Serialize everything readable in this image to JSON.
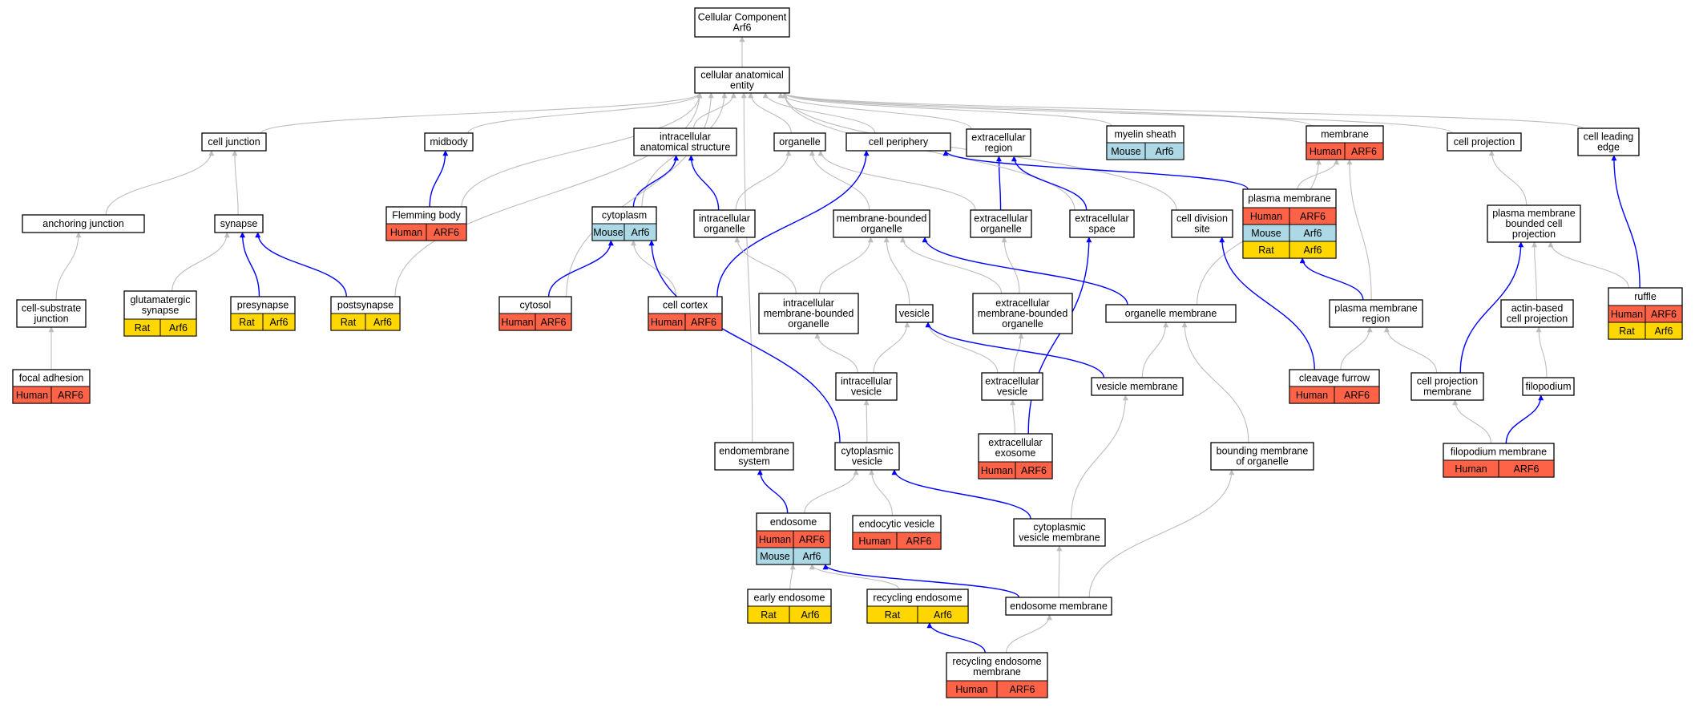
{
  "nodes": [
    {
      "id": "root",
      "lines": [
        "Cellular Component",
        "Arf6"
      ],
      "rows": []
    },
    {
      "id": "cae",
      "lines": [
        "cellular anatomical",
        "entity"
      ],
      "rows": []
    },
    {
      "id": "cell_junction",
      "lines": [
        "cell junction"
      ],
      "rows": []
    },
    {
      "id": "midbody",
      "lines": [
        "midbody"
      ],
      "rows": []
    },
    {
      "id": "ias",
      "lines": [
        "intracellular",
        "anatomical structure"
      ],
      "rows": []
    },
    {
      "id": "organelle",
      "lines": [
        "organelle"
      ],
      "rows": []
    },
    {
      "id": "cell_periphery",
      "lines": [
        "cell periphery"
      ],
      "rows": []
    },
    {
      "id": "extracellular_region",
      "lines": [
        "extracellular",
        "region"
      ],
      "rows": []
    },
    {
      "id": "myelin_sheath",
      "lines": [
        "myelin sheath"
      ],
      "rows": [
        [
          {
            "label": "Mouse",
            "species": "mouse"
          },
          {
            "label": "Arf6",
            "species": "mouse"
          }
        ]
      ]
    },
    {
      "id": "membrane",
      "lines": [
        "membrane"
      ],
      "rows": [
        [
          {
            "label": "Human",
            "species": "human"
          },
          {
            "label": "ARF6",
            "species": "human"
          }
        ]
      ]
    },
    {
      "id": "cell_projection",
      "lines": [
        "cell projection"
      ],
      "rows": []
    },
    {
      "id": "cell_leading_edge",
      "lines": [
        "cell leading",
        "edge"
      ],
      "rows": []
    },
    {
      "id": "anchoring_junction",
      "lines": [
        "anchoring junction"
      ],
      "rows": []
    },
    {
      "id": "synapse",
      "lines": [
        "synapse"
      ],
      "rows": []
    },
    {
      "id": "flemming_body",
      "lines": [
        "Flemming body"
      ],
      "rows": [
        [
          {
            "label": "Human",
            "species": "human"
          },
          {
            "label": "ARF6",
            "species": "human"
          }
        ]
      ]
    },
    {
      "id": "cytoplasm",
      "lines": [
        "cytoplasm"
      ],
      "rows": [
        [
          {
            "label": "Mouse",
            "species": "mouse"
          },
          {
            "label": "Arf6",
            "species": "mouse"
          }
        ]
      ]
    },
    {
      "id": "intracellular_organelle",
      "lines": [
        "intracellular",
        "organelle"
      ],
      "rows": []
    },
    {
      "id": "mbo",
      "lines": [
        "membrane-bounded",
        "organelle"
      ],
      "rows": []
    },
    {
      "id": "extracellular_organelle",
      "lines": [
        "extracellular",
        "organelle"
      ],
      "rows": []
    },
    {
      "id": "extracellular_space",
      "lines": [
        "extracellular",
        "space"
      ],
      "rows": []
    },
    {
      "id": "cell_division_site",
      "lines": [
        "cell division",
        "site"
      ],
      "rows": []
    },
    {
      "id": "plasma_membrane",
      "lines": [
        "plasma membrane"
      ],
      "rows": [
        [
          {
            "label": "Human",
            "species": "human"
          },
          {
            "label": "ARF6",
            "species": "human"
          }
        ],
        [
          {
            "label": "Mouse",
            "species": "mouse"
          },
          {
            "label": "Arf6",
            "species": "mouse"
          }
        ],
        [
          {
            "label": "Rat",
            "species": "rat"
          },
          {
            "label": "Arf6",
            "species": "rat"
          }
        ]
      ]
    },
    {
      "id": "pmbcp",
      "lines": [
        "plasma membrane",
        "bounded cell",
        "projection"
      ],
      "rows": []
    },
    {
      "id": "cell_substrate_junction",
      "lines": [
        "cell-substrate",
        "junction"
      ],
      "rows": []
    },
    {
      "id": "glutamatergic_synapse",
      "lines": [
        "glutamatergic",
        "synapse"
      ],
      "rows": [
        [
          {
            "label": "Rat",
            "species": "rat"
          },
          {
            "label": "Arf6",
            "species": "rat"
          }
        ]
      ]
    },
    {
      "id": "presynapse",
      "lines": [
        "presynapse"
      ],
      "rows": [
        [
          {
            "label": "Rat",
            "species": "rat"
          },
          {
            "label": "Arf6",
            "species": "rat"
          }
        ]
      ]
    },
    {
      "id": "postsynapse",
      "lines": [
        "postsynapse"
      ],
      "rows": [
        [
          {
            "label": "Rat",
            "species": "rat"
          },
          {
            "label": "Arf6",
            "species": "rat"
          }
        ]
      ]
    },
    {
      "id": "cytosol",
      "lines": [
        "cytosol"
      ],
      "rows": [
        [
          {
            "label": "Human",
            "species": "human"
          },
          {
            "label": "ARF6",
            "species": "human"
          }
        ]
      ]
    },
    {
      "id": "cell_cortex",
      "lines": [
        "cell cortex"
      ],
      "rows": [
        [
          {
            "label": "Human",
            "species": "human"
          },
          {
            "label": "ARF6",
            "species": "human"
          }
        ]
      ]
    },
    {
      "id": "imbo",
      "lines": [
        "intracellular",
        "membrane-bounded",
        "organelle"
      ],
      "rows": []
    },
    {
      "id": "vesicle",
      "lines": [
        "vesicle"
      ],
      "rows": []
    },
    {
      "id": "embo",
      "lines": [
        "extracellular",
        "membrane-bounded",
        "organelle"
      ],
      "rows": []
    },
    {
      "id": "organelle_membrane",
      "lines": [
        "organelle membrane"
      ],
      "rows": []
    },
    {
      "id": "pm_region",
      "lines": [
        "plasma membrane",
        "region"
      ],
      "rows": []
    },
    {
      "id": "ruffle",
      "lines": [
        "ruffle"
      ],
      "rows": [
        [
          {
            "label": "Human",
            "species": "human"
          },
          {
            "label": "ARF6",
            "species": "human"
          }
        ],
        [
          {
            "label": "Rat",
            "species": "rat"
          },
          {
            "label": "Arf6",
            "species": "rat"
          }
        ]
      ]
    },
    {
      "id": "actin_based",
      "lines": [
        "actin-based",
        "cell projection"
      ],
      "rows": []
    },
    {
      "id": "focal_adhesion",
      "lines": [
        "focal adhesion"
      ],
      "rows": [
        [
          {
            "label": "Human",
            "species": "human"
          },
          {
            "label": "ARF6",
            "species": "human"
          }
        ]
      ]
    },
    {
      "id": "intracellular_vesicle",
      "lines": [
        "intracellular",
        "vesicle"
      ],
      "rows": []
    },
    {
      "id": "extracellular_vesicle",
      "lines": [
        "extracellular",
        "vesicle"
      ],
      "rows": []
    },
    {
      "id": "vesicle_membrane",
      "lines": [
        "vesicle membrane"
      ],
      "rows": []
    },
    {
      "id": "cleavage_furrow",
      "lines": [
        "cleavage furrow"
      ],
      "rows": [
        [
          {
            "label": "Human",
            "species": "human"
          },
          {
            "label": "ARF6",
            "species": "human"
          }
        ]
      ]
    },
    {
      "id": "cpm",
      "lines": [
        "cell projection",
        "membrane"
      ],
      "rows": []
    },
    {
      "id": "filopodium",
      "lines": [
        "filopodium"
      ],
      "rows": []
    },
    {
      "id": "endomembrane",
      "lines": [
        "endomembrane",
        "system"
      ],
      "rows": []
    },
    {
      "id": "cytoplasmic_vesicle",
      "lines": [
        "cytoplasmic",
        "vesicle"
      ],
      "rows": []
    },
    {
      "id": "extracellular_exosome",
      "lines": [
        "extracellular",
        "exosome"
      ],
      "rows": [
        [
          {
            "label": "Human",
            "species": "human"
          },
          {
            "label": "ARF6",
            "species": "human"
          }
        ]
      ]
    },
    {
      "id": "bmo",
      "lines": [
        "bounding membrane",
        "of organelle"
      ],
      "rows": []
    },
    {
      "id": "filopodium_membrane",
      "lines": [
        "filopodium membrane"
      ],
      "rows": [
        [
          {
            "label": "Human",
            "species": "human"
          },
          {
            "label": "ARF6",
            "species": "human"
          }
        ]
      ]
    },
    {
      "id": "endosome",
      "lines": [
        "endosome"
      ],
      "rows": [
        [
          {
            "label": "Human",
            "species": "human"
          },
          {
            "label": "ARF6",
            "species": "human"
          }
        ],
        [
          {
            "label": "Mouse",
            "species": "mouse"
          },
          {
            "label": "Arf6",
            "species": "mouse"
          }
        ]
      ]
    },
    {
      "id": "endocytic_vesicle",
      "lines": [
        "endocytic vesicle"
      ],
      "rows": [
        [
          {
            "label": "Human",
            "species": "human"
          },
          {
            "label": "ARF6",
            "species": "human"
          }
        ]
      ]
    },
    {
      "id": "cvm",
      "lines": [
        "cytoplasmic",
        "vesicle membrane"
      ],
      "rows": []
    },
    {
      "id": "early_endosome",
      "lines": [
        "early endosome"
      ],
      "rows": [
        [
          {
            "label": "Rat",
            "species": "rat"
          },
          {
            "label": "Arf6",
            "species": "rat"
          }
        ]
      ]
    },
    {
      "id": "recycling_endosome",
      "lines": [
        "recycling endosome"
      ],
      "rows": [
        [
          {
            "label": "Rat",
            "species": "rat"
          },
          {
            "label": "Arf6",
            "species": "rat"
          }
        ]
      ]
    },
    {
      "id": "endosome_membrane",
      "lines": [
        "endosome membrane"
      ],
      "rows": []
    },
    {
      "id": "rem",
      "lines": [
        "recycling endosome",
        "membrane"
      ],
      "rows": [
        [
          {
            "label": "Human",
            "species": "human"
          },
          {
            "label": "ARF6",
            "species": "human"
          }
        ]
      ]
    }
  ],
  "edges": [
    {
      "from": "cae",
      "to": "root",
      "kind": "is_a"
    },
    {
      "from": "cell_junction",
      "to": "cae",
      "kind": "is_a"
    },
    {
      "from": "midbody",
      "to": "cae",
      "kind": "is_a"
    },
    {
      "from": "ias",
      "to": "cae",
      "kind": "is_a"
    },
    {
      "from": "organelle",
      "to": "cae",
      "kind": "is_a"
    },
    {
      "from": "cell_periphery",
      "to": "cae",
      "kind": "is_a"
    },
    {
      "from": "extracellular_region",
      "to": "cae",
      "kind": "is_a"
    },
    {
      "from": "myelin_sheath",
      "to": "cae",
      "kind": "is_a"
    },
    {
      "from": "membrane",
      "to": "cae",
      "kind": "is_a"
    },
    {
      "from": "cell_projection",
      "to": "cae",
      "kind": "is_a"
    },
    {
      "from": "cell_leading_edge",
      "to": "cae",
      "kind": "is_a"
    },
    {
      "from": "anchoring_junction",
      "to": "cell_junction",
      "kind": "is_a"
    },
    {
      "from": "synapse",
      "to": "cell_junction",
      "kind": "is_a"
    },
    {
      "from": "flemming_body",
      "to": "cae",
      "kind": "is_a"
    },
    {
      "from": "flemming_body",
      "to": "midbody",
      "kind": "part_of"
    },
    {
      "from": "cytoplasm",
      "to": "cae",
      "kind": "is_a"
    },
    {
      "from": "cytoplasm",
      "to": "ias",
      "kind": "part_of"
    },
    {
      "from": "intracellular_organelle",
      "to": "organelle",
      "kind": "is_a"
    },
    {
      "from": "intracellular_organelle",
      "to": "ias",
      "kind": "part_of"
    },
    {
      "from": "mbo",
      "to": "organelle",
      "kind": "is_a"
    },
    {
      "from": "extracellular_organelle",
      "to": "organelle",
      "kind": "is_a"
    },
    {
      "from": "extracellular_organelle",
      "to": "extracellular_region",
      "kind": "part_of"
    },
    {
      "from": "extracellular_space",
      "to": "cae",
      "kind": "is_a"
    },
    {
      "from": "extracellular_space",
      "to": "extracellular_region",
      "kind": "part_of"
    },
    {
      "from": "cell_division_site",
      "to": "cae",
      "kind": "is_a"
    },
    {
      "from": "plasma_membrane",
      "to": "membrane",
      "kind": "is_a"
    },
    {
      "from": "plasma_membrane",
      "to": "cell_periphery",
      "kind": "part_of"
    },
    {
      "from": "pmbcp",
      "to": "cell_projection",
      "kind": "is_a"
    },
    {
      "from": "cell_substrate_junction",
      "to": "anchoring_junction",
      "kind": "is_a"
    },
    {
      "from": "glutamatergic_synapse",
      "to": "synapse",
      "kind": "is_a"
    },
    {
      "from": "presynapse",
      "to": "synapse",
      "kind": "part_of"
    },
    {
      "from": "postsynapse",
      "to": "cae",
      "kind": "is_a"
    },
    {
      "from": "postsynapse",
      "to": "synapse",
      "kind": "part_of"
    },
    {
      "from": "cytosol",
      "to": "cae",
      "kind": "is_a"
    },
    {
      "from": "cytosol",
      "to": "cytoplasm",
      "kind": "part_of"
    },
    {
      "from": "cell_cortex",
      "to": "cytoplasm",
      "kind": "is_a"
    },
    {
      "from": "cell_cortex",
      "to": "cell_periphery",
      "kind": "part_of"
    },
    {
      "from": "imbo",
      "to": "intracellular_organelle",
      "kind": "is_a"
    },
    {
      "from": "imbo",
      "to": "mbo",
      "kind": "is_a"
    },
    {
      "from": "vesicle",
      "to": "mbo",
      "kind": "is_a"
    },
    {
      "from": "embo",
      "to": "mbo",
      "kind": "is_a"
    },
    {
      "from": "embo",
      "to": "extracellular_organelle",
      "kind": "is_a"
    },
    {
      "from": "organelle_membrane",
      "to": "membrane",
      "kind": "is_a"
    },
    {
      "from": "organelle_membrane",
      "to": "mbo",
      "kind": "part_of"
    },
    {
      "from": "pm_region",
      "to": "membrane",
      "kind": "is_a"
    },
    {
      "from": "pm_region",
      "to": "plasma_membrane",
      "kind": "part_of"
    },
    {
      "from": "ruffle",
      "to": "pmbcp",
      "kind": "is_a"
    },
    {
      "from": "ruffle",
      "to": "cell_leading_edge",
      "kind": "part_of"
    },
    {
      "from": "actin_based",
      "to": "pmbcp",
      "kind": "is_a"
    },
    {
      "from": "focal_adhesion",
      "to": "cell_substrate_junction",
      "kind": "is_a"
    },
    {
      "from": "intracellular_vesicle",
      "to": "imbo",
      "kind": "is_a"
    },
    {
      "from": "intracellular_vesicle",
      "to": "vesicle",
      "kind": "is_a"
    },
    {
      "from": "extracellular_vesicle",
      "to": "vesicle",
      "kind": "is_a"
    },
    {
      "from": "extracellular_vesicle",
      "to": "embo",
      "kind": "is_a"
    },
    {
      "from": "vesicle_membrane",
      "to": "organelle_membrane",
      "kind": "is_a"
    },
    {
      "from": "vesicle_membrane",
      "to": "vesicle",
      "kind": "part_of"
    },
    {
      "from": "cleavage_furrow",
      "to": "pm_region",
      "kind": "is_a"
    },
    {
      "from": "cleavage_furrow",
      "to": "cell_division_site",
      "kind": "part_of"
    },
    {
      "from": "cpm",
      "to": "pm_region",
      "kind": "is_a"
    },
    {
      "from": "cpm",
      "to": "pmbcp",
      "kind": "part_of"
    },
    {
      "from": "filopodium",
      "to": "actin_based",
      "kind": "is_a"
    },
    {
      "from": "endomembrane",
      "to": "cae",
      "kind": "is_a"
    },
    {
      "from": "cytoplasmic_vesicle",
      "to": "intracellular_vesicle",
      "kind": "is_a"
    },
    {
      "from": "cytoplasmic_vesicle",
      "to": "cytoplasm",
      "kind": "part_of"
    },
    {
      "from": "extracellular_exosome",
      "to": "extracellular_vesicle",
      "kind": "is_a"
    },
    {
      "from": "extracellular_exosome",
      "to": "extracellular_space",
      "kind": "part_of"
    },
    {
      "from": "bmo",
      "to": "organelle_membrane",
      "kind": "is_a"
    },
    {
      "from": "filopodium_membrane",
      "to": "cpm",
      "kind": "is_a"
    },
    {
      "from": "filopodium_membrane",
      "to": "filopodium",
      "kind": "part_of"
    },
    {
      "from": "endosome",
      "to": "cytoplasmic_vesicle",
      "kind": "is_a"
    },
    {
      "from": "endosome",
      "to": "endomembrane",
      "kind": "part_of"
    },
    {
      "from": "endocytic_vesicle",
      "to": "cytoplasmic_vesicle",
      "kind": "is_a"
    },
    {
      "from": "cvm",
      "to": "vesicle_membrane",
      "kind": "is_a"
    },
    {
      "from": "cvm",
      "to": "cytoplasmic_vesicle",
      "kind": "part_of"
    },
    {
      "from": "early_endosome",
      "to": "endosome",
      "kind": "is_a"
    },
    {
      "from": "recycling_endosome",
      "to": "endosome",
      "kind": "is_a"
    },
    {
      "from": "endosome_membrane",
      "to": "bmo",
      "kind": "is_a"
    },
    {
      "from": "endosome_membrane",
      "to": "cvm",
      "kind": "is_a"
    },
    {
      "from": "endosome_membrane",
      "to": "endosome",
      "kind": "part_of"
    },
    {
      "from": "rem",
      "to": "endosome_membrane",
      "kind": "is_a"
    },
    {
      "from": "rem",
      "to": "recycling_endosome",
      "kind": "part_of"
    }
  ],
  "colors": {
    "is_a": "#bdbdbd",
    "part_of": "#0000ff",
    "human": "#ff6347",
    "mouse": "#add8e6",
    "rat": "#ffd700",
    "node_border": "#000000",
    "node_fill": "#ffffff"
  }
}
